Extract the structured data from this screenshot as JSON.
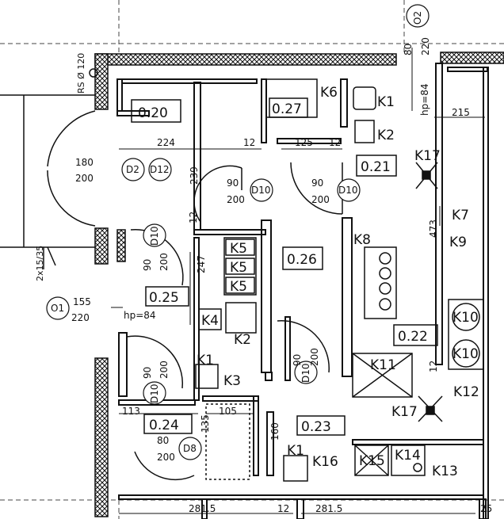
{
  "rooms": {
    "r020": "0.20",
    "r027": "0.27",
    "r021": "0.21",
    "r026": "0.26",
    "r025": "0.25",
    "r022": "0.22",
    "r024": "0.24",
    "r023": "0.23"
  },
  "equipment": {
    "k1_top": "K1",
    "k2_top": "K2",
    "k6": "K6",
    "k17_top": "K17",
    "k7": "K7",
    "k9": "K9",
    "k8": "K8",
    "k5a": "K5",
    "k5b": "K5",
    "k5c": "K5",
    "k4": "K4",
    "k2_mid": "K2",
    "k1_mid": "K1",
    "k3": "K3",
    "k10a": "K10",
    "k10b": "K10",
    "k11": "K11",
    "k12": "K12",
    "k17_bot": "K17",
    "k1_bot": "K1",
    "k16": "K16",
    "k15": "K15",
    "k14": "K14",
    "k13": "K13"
  },
  "doors": {
    "d2": "D2",
    "d12": "D12",
    "d10_a": "D10",
    "d10_b": "D10",
    "d10_c": "D10",
    "d10_d": "D10",
    "d10_e": "D10",
    "d8": "D8",
    "o1": "O1",
    "o2": "O2"
  },
  "dimensions": {
    "d180": "180",
    "d200_left": "200",
    "d224": "224",
    "d12_a": "12",
    "d125": "125",
    "d12_b": "12",
    "d239": "239",
    "d90_a": "90",
    "d200_a": "200",
    "d90_b": "90",
    "d200_b": "200",
    "d215": "215",
    "d473": "473",
    "d12_c": "12",
    "d247": "247",
    "d90_c": "90",
    "d200_c": "200",
    "d155": "155",
    "d220": "220",
    "hp84_left": "hp=84",
    "d90_d": "90",
    "d200_d": "200",
    "d90_e": "90",
    "d200_e": "200",
    "d12_d": "12",
    "d113": "113",
    "d135": "135",
    "d105": "105",
    "d80": "80",
    "d200_f": "200",
    "d160": "160",
    "d281_a": "281.5",
    "d12_e": "12",
    "d281_b": "281.5",
    "d25": "25",
    "rs": "RS Ø 120",
    "v80": "80",
    "v220": "220",
    "hp84_top": "hp=84",
    "d2x": "2x15/35"
  }
}
